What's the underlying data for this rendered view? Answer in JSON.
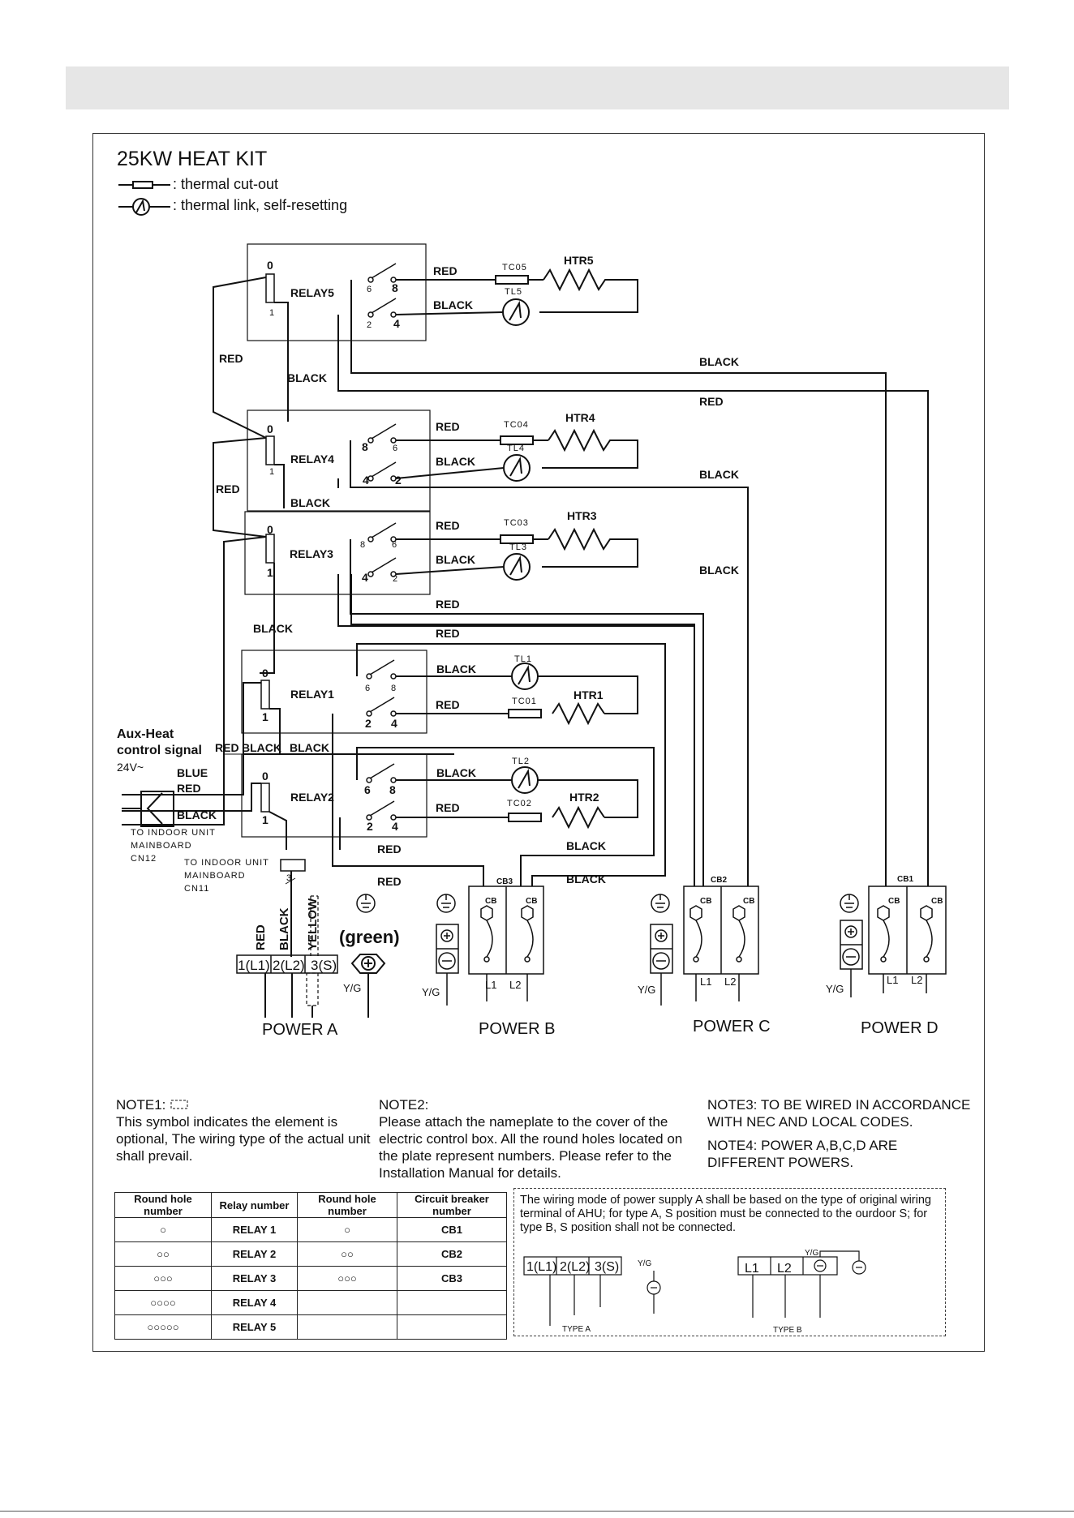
{
  "title": "25KW HEAT KIT",
  "legend": {
    "thermal_cutout": ": thermal cut-out",
    "thermal_link": ": thermal link, self-resetting"
  },
  "diagram": {
    "relays": [
      "RELAY5",
      "RELAY4",
      "RELAY3",
      "RELAY1",
      "RELAY2"
    ],
    "heaters": [
      "HTR5",
      "HTR4",
      "HTR3",
      "HTR1",
      "HTR2"
    ],
    "cutouts": [
      "TC05",
      "TC04",
      "TC03",
      "TC01",
      "TC02"
    ],
    "links": [
      "TL5",
      "TL4",
      "TL3",
      "TL1",
      "TL2"
    ],
    "wire_red": "RED",
    "wire_black": "BLACK",
    "wire_blue": "BLUE",
    "wire_yellow": "YELLOW",
    "pin0": "0",
    "pin1": "1",
    "pin2": "2",
    "pin4": "4",
    "pin6": "6",
    "pin8": "8",
    "pin3": "3",
    "aux_title": "Aux-Heat",
    "aux_sub": "control signal",
    "aux_volt": "24V~",
    "indoor_cn12": [
      "TO INDOOR UNIT",
      "MAINBOARD",
      "CN12"
    ],
    "indoor_cn11": [
      "TO INDOOR UNIT",
      "MAINBOARD",
      "CN11"
    ],
    "green": "(green)",
    "yg": "Y/G",
    "terminals_a": [
      "1(L1)",
      "2(L2)",
      "3(S)"
    ],
    "breakers": [
      "CB3",
      "CB2",
      "CB1"
    ],
    "cb": "CB",
    "l1": "L1",
    "l2": "L2",
    "powers": [
      "POWER  A",
      "POWER  B",
      "POWER  C",
      "POWER D"
    ]
  },
  "notes": {
    "note1_head": "NOTE1: ",
    "note1_body": "This symbol indicates the element is optional, The wiring type of the actual unit shall prevail.",
    "note2_head": "NOTE2:",
    "note2_body": "Please attach the nameplate to the cover of the electric control box. All the round holes located on the plate represent numbers. Please refer to the Installation Manual for details.",
    "note3": "NOTE3: TO BE WIRED IN ACCORDANCE WITH NEC AND LOCAL CODES.",
    "note4": "NOTE4: POWER A,B,C,D ARE DIFFERENT POWERS."
  },
  "table": {
    "headers": [
      "Round hole number",
      "Relay  number",
      "Round hole number",
      "Circuit breaker number"
    ],
    "rows": [
      [
        "○",
        "RELAY 1",
        "○",
        "CB1"
      ],
      [
        "○○",
        "RELAY 2",
        "○○",
        "CB2"
      ],
      [
        "○○○",
        "RELAY 3",
        "○○○",
        "CB3"
      ],
      [
        "○○○○",
        "RELAY 4",
        "",
        ""
      ],
      [
        "○○○○○",
        "RELAY 5",
        "",
        ""
      ]
    ]
  },
  "wiring_mode": {
    "text": "The wiring mode of power supply A shall be based on the type of original wiring terminal of AHU; for type A, S position must be connected to the ourdoor S; for type B, S position shall not be connected.",
    "type_a": "TYPE A",
    "type_b": "TYPE B",
    "terminals_b": [
      "L1",
      "L2"
    ]
  }
}
